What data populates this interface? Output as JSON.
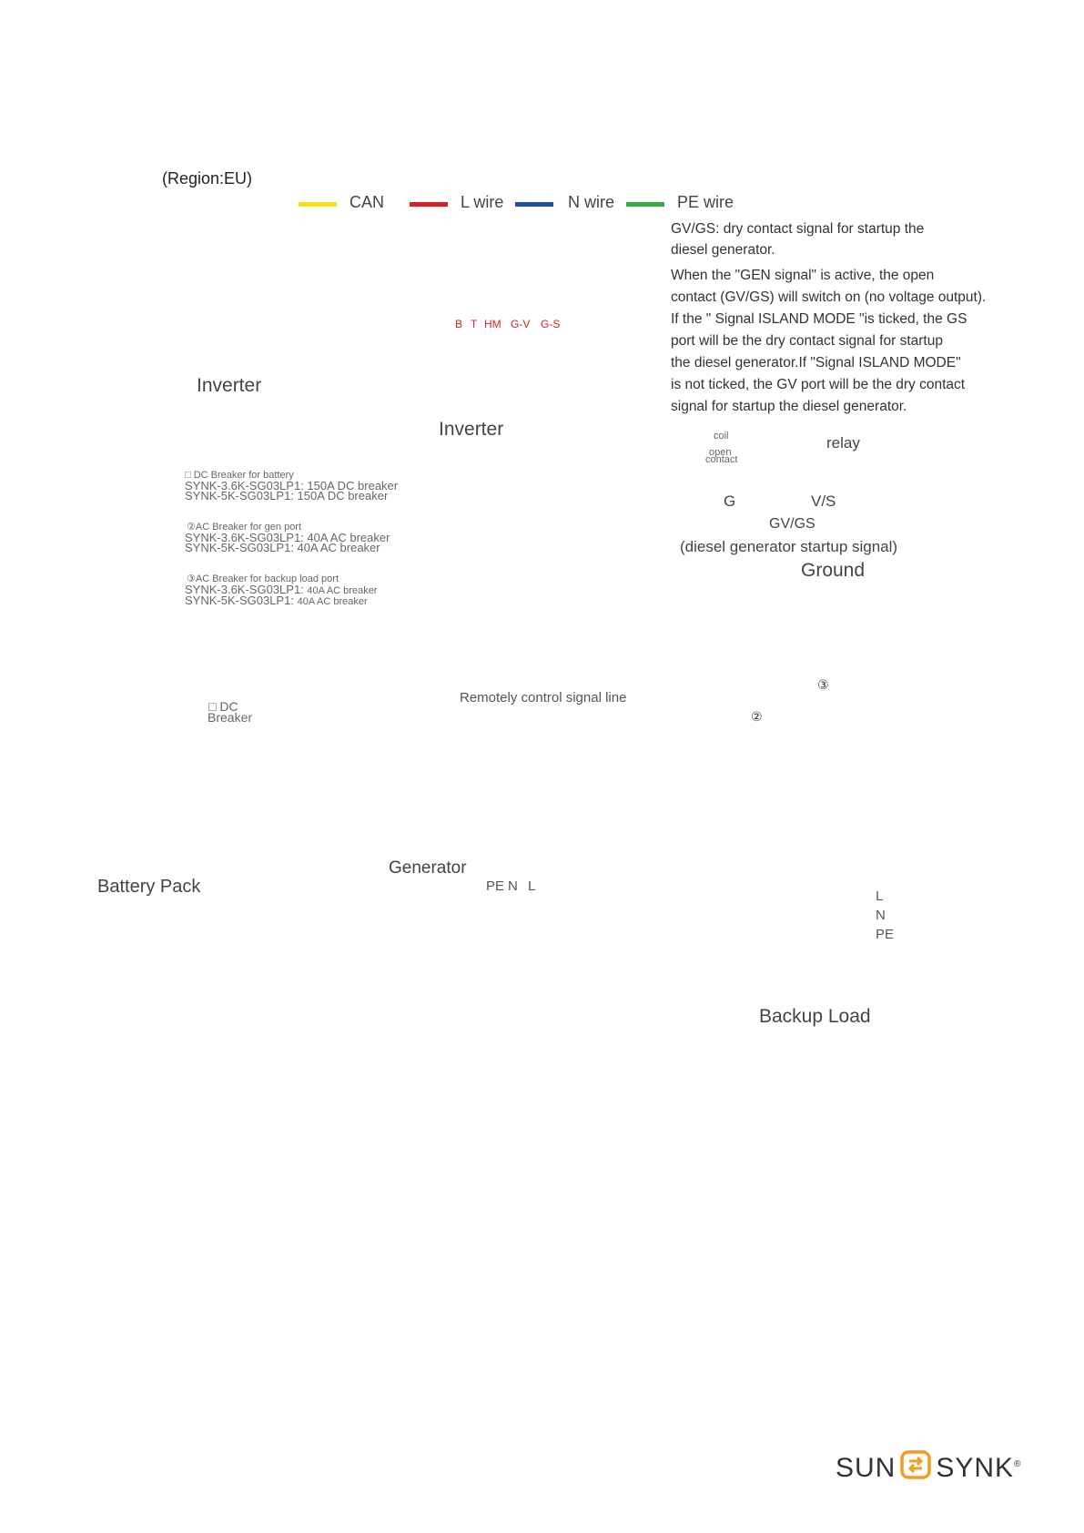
{
  "region": "(Region:EU)",
  "legend": [
    {
      "label": "CAN",
      "color": "#f7e01b"
    },
    {
      "label": "L wire",
      "color": "#d62027"
    },
    {
      "label": "N wire",
      "color": "#1e4fa1"
    },
    {
      "label": "PE wire",
      "color": "#3aaa47"
    }
  ],
  "description": [
    "GV/GS: dry contact signal for startup the",
    "diesel generator.",
    "When the \"GEN signal\" is active, the open",
    "contact (GV/GS) will switch on (no voltage output).",
    "If the \" Signal ISLAND MODE \"is ticked, the GS",
    "port will be the dry contact signal for startup",
    "the diesel generator.If \"Signal ISLAND MODE\"",
    "is not ticked, the GV port will be the dry contact",
    "signal for startup the diesel generator."
  ],
  "inverter_small_label": "Inverter",
  "inverter_main_label": "Inverter",
  "terminal_labels": [
    "B",
    "T",
    "HM",
    "G-V",
    "G-S"
  ],
  "relay": {
    "coil": "coil",
    "open_contact_1": "open",
    "open_contact_2": "contact",
    "relay_label": "relay",
    "g_label": "G",
    "vs_label": "V/S",
    "gvgs": "GV/GS",
    "signal": "(diesel generator startup signal)"
  },
  "ground_label": "Ground",
  "breakers": {
    "battery_title": "DC Breaker for battery",
    "battery_line1": "SYNK-3.6K-SG03LP1: 150A DC breaker",
    "battery_line2": "SYNK-5K-SG03LP1: 150A DC breaker",
    "gen_title": "②AC Breaker for gen port",
    "gen_line1": "SYNK-3.6K-SG03LP1: 40A AC breaker",
    "gen_line2": "SYNK-5K-SG03LP1: 40A AC breaker",
    "backup_title": "③AC Breaker for backup load port",
    "backup_line1_a": "SYNK-3.6K-SG03LP1:",
    "backup_line1_b": "40A AC breaker",
    "backup_line2_a": "SYNK-5K-SG03LP1:",
    "backup_line2_b": "40A AC breaker"
  },
  "dc_breaker_label_1": "DC",
  "dc_breaker_label_2": "Breaker",
  "remote_signal_label": "Remotely control signal line",
  "generator_label": "Generator",
  "battery_label": "Battery Pack",
  "gen_terminals": [
    "PE",
    "N",
    "L"
  ],
  "load_lines": [
    "L",
    "N",
    "PE"
  ],
  "backup_load_label": "Backup Load",
  "breaker_marks": {
    "two": "②",
    "three": "③"
  },
  "logo": {
    "left": "SUN",
    "right": "SYNK",
    "reg": "®",
    "accent": "#f39c1f"
  }
}
